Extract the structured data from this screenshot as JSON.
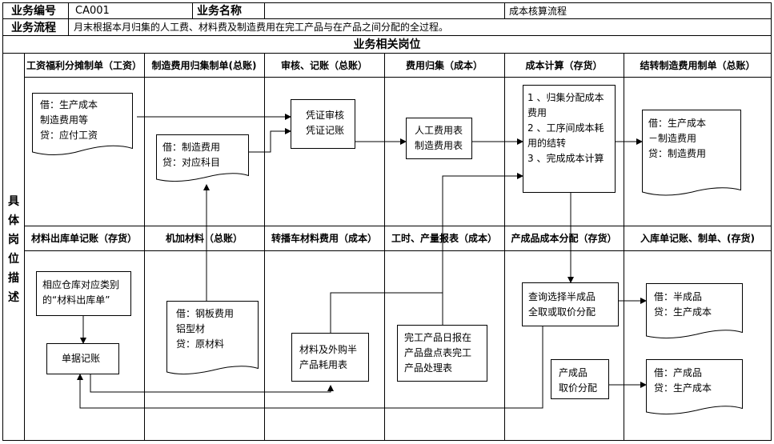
{
  "header": {
    "code_label": "业务编号",
    "code_value": "CA001",
    "name_label": "业务名称",
    "name_value": "成本核算流程",
    "flow_label": "业务流程",
    "flow_value": "月末根据本月归集的人工费、材料费及制造费用在完工产品与在产品之间分配的全过程。",
    "section_title": "业务相关岗位",
    "side_label": "具\n体\n岗\n位\n描\n述"
  },
  "columns_top": [
    "工资福利分摊制单（工资）",
    "制造费用归集制单(总账)",
    "审核、记账（总账）",
    "费用归集（成本）",
    "成本计算（存货）",
    "结转制造费用制单（总账）"
  ],
  "columns_bottom": [
    "材料出库单记账（存货）",
    "机加材料（总账）",
    "转播车材料费用（成本）",
    "工时、产量报表（成本）",
    "产成品成本分配（存货）",
    "入库单记账、制单、(存货)"
  ],
  "boxes": {
    "salary_doc": "借：生产成本\n    制造费用等\n  贷：应付工资",
    "overhead_doc": "借：制造费用\n  贷：对应科目",
    "audit": "凭证审核\n凭证记账",
    "cost_tables": "人工费用表\n制造费用表",
    "cost_calc": "1 、归集分配成本\n费用\n 2 、工序间成本耗\n   用的结转\n 3 、完成成本计算",
    "transfer_doc": "借：生产成本\n     －制造费用\n   贷：制造费用",
    "warehouse_note": "相应仓库对应类别\n的“材料出库单”",
    "voucher_post": "单据记账",
    "steel_doc": "借：钢板费用\n      铝型材\n  贷：原材料",
    "material_table": "材料及外购半\n产品耗用表",
    "daily_report": "完工产品日报在\n产品盘点表完工\n产品处理表",
    "query_alloc": "查询选择半成品\n全取或取价分配",
    "semi_doc": "借：半成品\n   贷：生产成本",
    "finished_alloc": "产成品\n取价分配",
    "finished_doc": "借：产成品\n   贷：生产成本"
  }
}
